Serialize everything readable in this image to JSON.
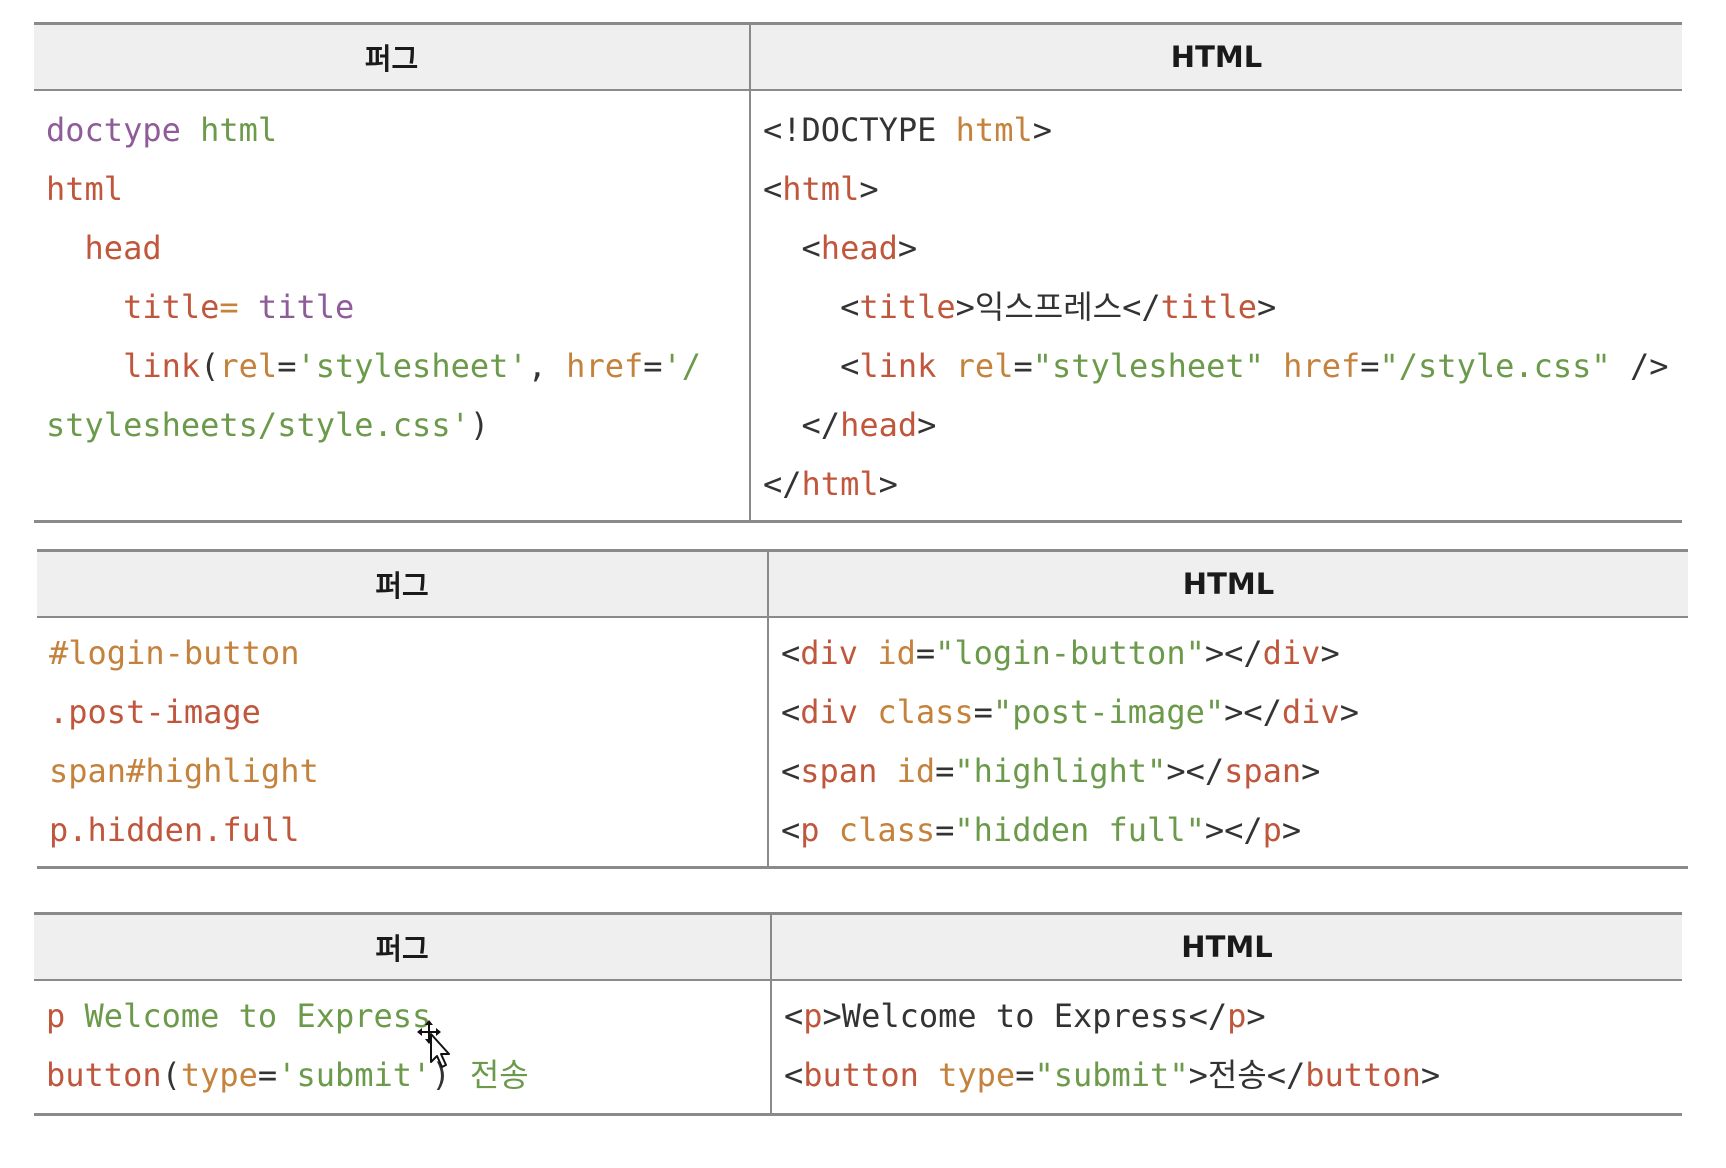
{
  "tables": [
    {
      "header": {
        "pug": "퍼그",
        "html": "HTML"
      },
      "pug_lines": [
        [
          {
            "t": "doctype",
            "c": "purple"
          },
          {
            "t": " html",
            "c": "green"
          }
        ],
        [
          {
            "t": "html",
            "c": "red"
          }
        ],
        [
          {
            "t": "  head",
            "c": "red"
          }
        ],
        [
          {
            "t": "    title",
            "c": "red"
          },
          {
            "t": "=",
            "c": "orange"
          },
          {
            "t": " title",
            "c": "purple"
          }
        ],
        [
          {
            "t": "    link",
            "c": "red"
          },
          {
            "t": "(",
            "c": "dark"
          },
          {
            "t": "rel",
            "c": "orange"
          },
          {
            "t": "=",
            "c": "dark"
          },
          {
            "t": "'stylesheet'",
            "c": "green"
          },
          {
            "t": ", ",
            "c": "dark"
          },
          {
            "t": "href",
            "c": "orange"
          },
          {
            "t": "=",
            "c": "dark"
          },
          {
            "t": "'/",
            "c": "green"
          }
        ],
        [
          {
            "t": "stylesheets/style.css'",
            "c": "green"
          },
          {
            "t": ")",
            "c": "dark"
          }
        ]
      ],
      "html_lines": [
        [
          {
            "t": "<!DOCTYPE",
            "c": "dark"
          },
          {
            "t": " html",
            "c": "orange"
          },
          {
            "t": ">",
            "c": "dark"
          }
        ],
        [
          {
            "t": "<",
            "c": "dark"
          },
          {
            "t": "html",
            "c": "red"
          },
          {
            "t": ">",
            "c": "dark"
          }
        ],
        [
          {
            "t": "  <",
            "c": "dark"
          },
          {
            "t": "head",
            "c": "red"
          },
          {
            "t": ">",
            "c": "dark"
          }
        ],
        [
          {
            "t": "    <",
            "c": "dark"
          },
          {
            "t": "title",
            "c": "red"
          },
          {
            "t": ">익스프레스</",
            "c": "dark"
          },
          {
            "t": "title",
            "c": "red"
          },
          {
            "t": ">",
            "c": "dark"
          }
        ],
        [
          {
            "t": "    <",
            "c": "dark"
          },
          {
            "t": "link",
            "c": "red"
          },
          {
            "t": " rel",
            "c": "orange"
          },
          {
            "t": "=",
            "c": "dark"
          },
          {
            "t": "\"stylesheet\"",
            "c": "green"
          },
          {
            "t": " href",
            "c": "orange"
          },
          {
            "t": "=",
            "c": "dark"
          },
          {
            "t": "\"/style.css\"",
            "c": "green"
          },
          {
            "t": " />",
            "c": "dark"
          }
        ],
        [
          {
            "t": "  </",
            "c": "dark"
          },
          {
            "t": "head",
            "c": "red"
          },
          {
            "t": ">",
            "c": "dark"
          }
        ],
        [
          {
            "t": "</",
            "c": "dark"
          },
          {
            "t": "html",
            "c": "red"
          },
          {
            "t": ">",
            "c": "dark"
          }
        ]
      ]
    },
    {
      "header": {
        "pug": "퍼그",
        "html": "HTML"
      },
      "pug_lines": [
        [
          {
            "t": "#login-button",
            "c": "orange"
          }
        ],
        [
          {
            "t": ".post-image",
            "c": "red"
          }
        ],
        [
          {
            "t": "span#highlight",
            "c": "orange"
          }
        ],
        [
          {
            "t": "p",
            "c": "red"
          },
          {
            "t": ".hidden.full",
            "c": "red"
          }
        ]
      ],
      "html_lines": [
        [
          {
            "t": "<",
            "c": "dark"
          },
          {
            "t": "div",
            "c": "red"
          },
          {
            "t": " id",
            "c": "orange"
          },
          {
            "t": "=",
            "c": "dark"
          },
          {
            "t": "\"login-button\"",
            "c": "green"
          },
          {
            "t": "></",
            "c": "dark"
          },
          {
            "t": "div",
            "c": "red"
          },
          {
            "t": ">",
            "c": "dark"
          }
        ],
        [
          {
            "t": "<",
            "c": "dark"
          },
          {
            "t": "div",
            "c": "red"
          },
          {
            "t": " class",
            "c": "orange"
          },
          {
            "t": "=",
            "c": "dark"
          },
          {
            "t": "\"post-image\"",
            "c": "green"
          },
          {
            "t": "></",
            "c": "dark"
          },
          {
            "t": "div",
            "c": "red"
          },
          {
            "t": ">",
            "c": "dark"
          }
        ],
        [
          {
            "t": "<",
            "c": "dark"
          },
          {
            "t": "span",
            "c": "red"
          },
          {
            "t": " id",
            "c": "orange"
          },
          {
            "t": "=",
            "c": "dark"
          },
          {
            "t": "\"highlight\"",
            "c": "green"
          },
          {
            "t": "></",
            "c": "dark"
          },
          {
            "t": "span",
            "c": "red"
          },
          {
            "t": ">",
            "c": "dark"
          }
        ],
        [
          {
            "t": "<",
            "c": "dark"
          },
          {
            "t": "p",
            "c": "red"
          },
          {
            "t": " class",
            "c": "orange"
          },
          {
            "t": "=",
            "c": "dark"
          },
          {
            "t": "\"hidden full\"",
            "c": "green"
          },
          {
            "t": "></",
            "c": "dark"
          },
          {
            "t": "p",
            "c": "red"
          },
          {
            "t": ">",
            "c": "dark"
          }
        ]
      ]
    },
    {
      "header": {
        "pug": "퍼그",
        "html": "HTML"
      },
      "pug_lines": [
        [
          {
            "t": "p",
            "c": "red"
          },
          {
            "t": " Welcome to Express",
            "c": "green"
          }
        ],
        [
          {
            "t": "button",
            "c": "red"
          },
          {
            "t": "(",
            "c": "dark"
          },
          {
            "t": "type",
            "c": "orange"
          },
          {
            "t": "=",
            "c": "dark"
          },
          {
            "t": "'submit'",
            "c": "green"
          },
          {
            "t": ") ",
            "c": "dark"
          },
          {
            "t": "전송",
            "c": "green"
          }
        ]
      ],
      "html_lines": [
        [
          {
            "t": "<",
            "c": "dark"
          },
          {
            "t": "p",
            "c": "red"
          },
          {
            "t": ">Welcome to Express</",
            "c": "dark"
          },
          {
            "t": "p",
            "c": "red"
          },
          {
            "t": ">",
            "c": "dark"
          }
        ],
        [
          {
            "t": "<",
            "c": "dark"
          },
          {
            "t": "button",
            "c": "red"
          },
          {
            "t": " type",
            "c": "orange"
          },
          {
            "t": "=",
            "c": "dark"
          },
          {
            "t": "\"submit\"",
            "c": "green"
          },
          {
            "t": ">전송</",
            "c": "dark"
          },
          {
            "t": "button",
            "c": "red"
          },
          {
            "t": ">",
            "c": "dark"
          }
        ]
      ]
    }
  ],
  "colors": {
    "purple": "#8e5c99",
    "green": "#6b9a4a",
    "red": "#c0573d",
    "orange": "#c4823c",
    "dark": "#333333",
    "header_bg": "#efefef",
    "border": "#8a8a8a"
  }
}
